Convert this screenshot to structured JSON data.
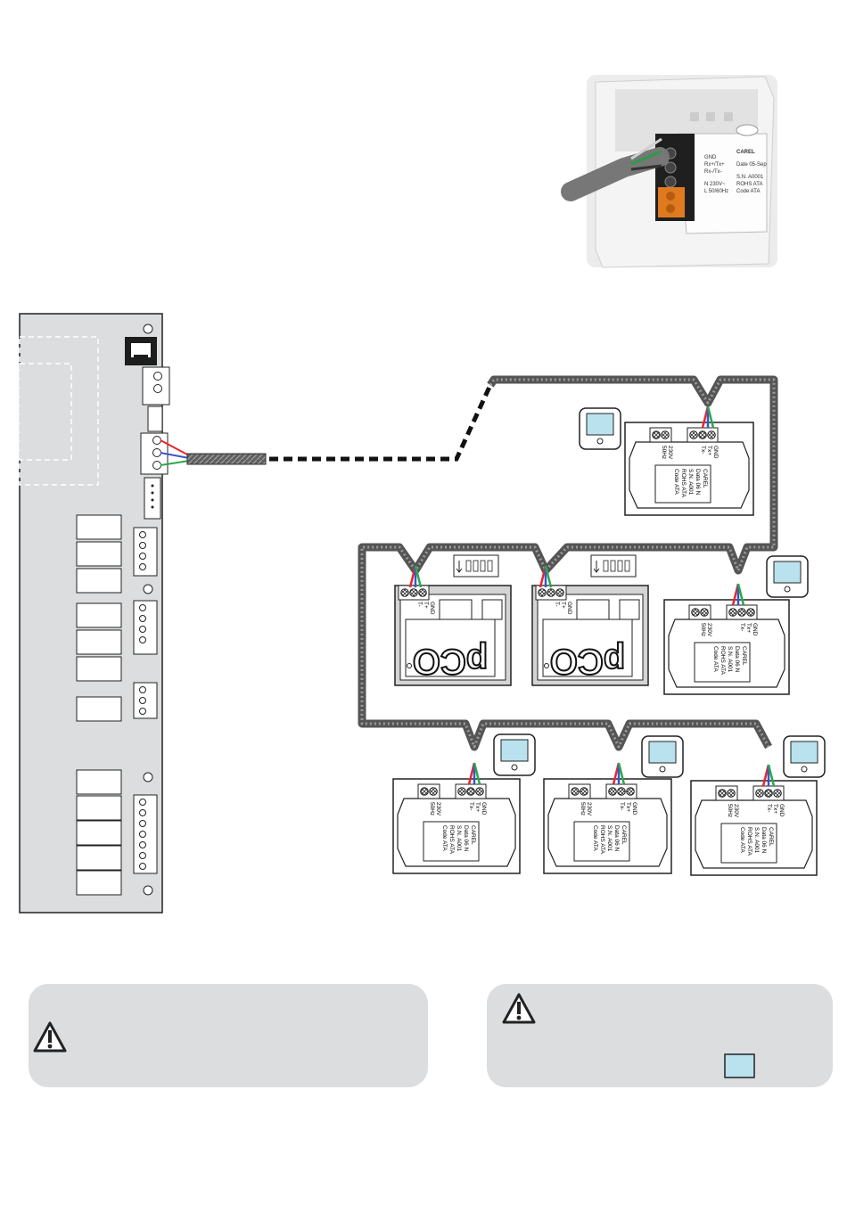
{
  "photo": {
    "terminal_labels": [
      "GND",
      "Rx+/Tx+",
      "Rx-/Tx-",
      "N 230V~",
      "L 50/60Hz"
    ],
    "label_lines": [
      "CAREL",
      "Date 05-Sep",
      "S.N. A0001",
      "ROHS ATA",
      "Code ATA"
    ]
  },
  "thermostat_module": {
    "power_label": [
      "230V",
      "50Hz"
    ],
    "serial_label": [
      "GND",
      "Tx+",
      "Tx-"
    ],
    "label_lines": [
      "CAREL",
      "Data 06 N",
      "S.N. A001",
      "ROHS ATA",
      "Code ATA"
    ]
  },
  "pco_module": {
    "logo": "pCO",
    "terminal_label": [
      "GND",
      "T+",
      "T-"
    ]
  },
  "colors": {
    "wire_red": "#e8262b",
    "wire_blue": "#3a56c6",
    "wire_green": "#2aa84a",
    "cable": "#6a6a6a",
    "board": "#dcdddf",
    "display": "#b9e2ee",
    "warning": "#222222"
  },
  "notes": {
    "left_icon": "warning-triangle-icon",
    "right_icon": "warning-triangle-icon",
    "right_swatch": "display-swatch"
  }
}
